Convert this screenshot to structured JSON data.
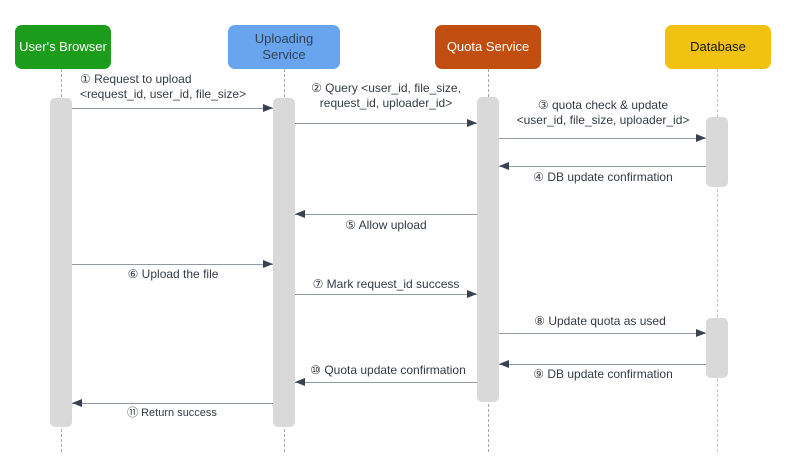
{
  "diagram_type": "uml-sequence-diagram",
  "actors": {
    "browser": {
      "label": "User's Browser",
      "fill": "#1b9c1b",
      "text_color": "#ffffff"
    },
    "uploading": {
      "label": "Uploading Service",
      "fill": "#69a4ee",
      "text_color": "#2f4356"
    },
    "quota": {
      "label": "Quota Service",
      "fill": "#c14e0e",
      "text_color": "#ffffff"
    },
    "database": {
      "label": "Database",
      "fill": "#f2c211",
      "text_color": "#161616"
    }
  },
  "messages": [
    {
      "num": 1,
      "from": "browser",
      "to": "uploading",
      "direction": "right",
      "lines": [
        "① Request to upload",
        "<request_id, user_id, file_size>"
      ]
    },
    {
      "num": 2,
      "from": "uploading",
      "to": "quota",
      "direction": "right",
      "lines": [
        "② Query <user_id, file_size,",
        "request_id, uploader_id>"
      ]
    },
    {
      "num": 3,
      "from": "quota",
      "to": "database",
      "direction": "right",
      "lines": [
        "③ quota check & update",
        "<user_id, file_size, uploader_id>"
      ]
    },
    {
      "num": 4,
      "from": "database",
      "to": "quota",
      "direction": "left",
      "lines": [
        "④ DB update confirmation"
      ]
    },
    {
      "num": 5,
      "from": "quota",
      "to": "uploading",
      "direction": "left",
      "lines": [
        "⑤ Allow upload"
      ]
    },
    {
      "num": 6,
      "from": "browser",
      "to": "uploading",
      "direction": "right",
      "lines": [
        "⑥ Upload the file"
      ]
    },
    {
      "num": 7,
      "from": "uploading",
      "to": "quota",
      "direction": "right",
      "lines": [
        "⑦ Mark request_id success"
      ]
    },
    {
      "num": 8,
      "from": "quota",
      "to": "database",
      "direction": "right",
      "lines": [
        "⑧ Update quota as used"
      ]
    },
    {
      "num": 9,
      "from": "database",
      "to": "quota",
      "direction": "left",
      "lines": [
        "⑨ DB update confirmation"
      ]
    },
    {
      "num": 10,
      "from": "quota",
      "to": "uploading",
      "direction": "left",
      "lines": [
        "⑩ Quota update confirmation"
      ]
    },
    {
      "num": 11,
      "from": "uploading",
      "to": "browser",
      "direction": "left",
      "lines": [
        "⑪ Return success"
      ]
    }
  ]
}
